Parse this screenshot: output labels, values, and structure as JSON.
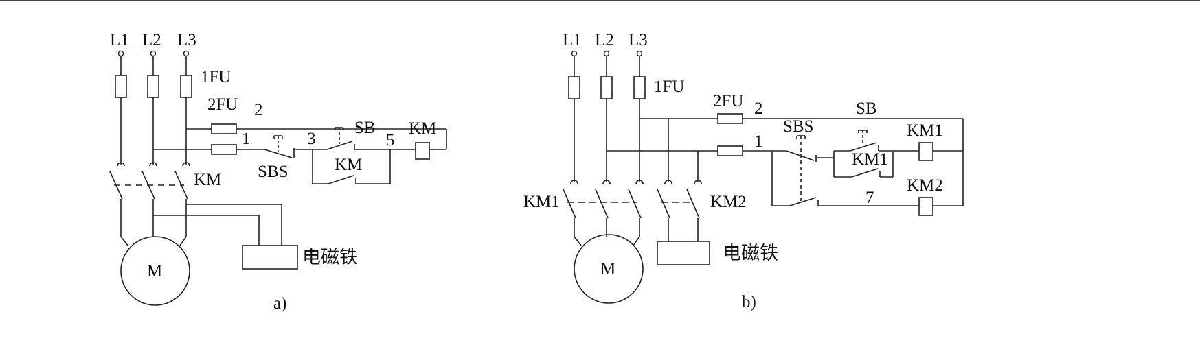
{
  "diagram_a": {
    "phase_labels": [
      "L1",
      "L2",
      "L3"
    ],
    "fu1": "1FU",
    "fu2": "2FU",
    "wire_2": "2",
    "wire_1": "1",
    "wire_3": "3",
    "wire_5": "5",
    "sbs": "SBS",
    "sb": "SB",
    "km_coil": "KM",
    "km_aux": "KM",
    "km_main": "KM",
    "motor": "M",
    "magnet": "电磁铁",
    "caption": "a)"
  },
  "diagram_b": {
    "phase_labels": [
      "L1",
      "L2",
      "L3"
    ],
    "fu1": "1FU",
    "fu2": "2FU",
    "wire_2": "2",
    "wire_1": "1",
    "wire_7": "7",
    "sbs": "SBS",
    "sb": "SB",
    "km1_coil": "KM1",
    "km1_aux": "KM1",
    "km2_coil": "KM2",
    "km1_main": "KM1",
    "km2_main": "KM2",
    "motor": "M",
    "magnet": "电磁铁",
    "caption": "b)"
  }
}
